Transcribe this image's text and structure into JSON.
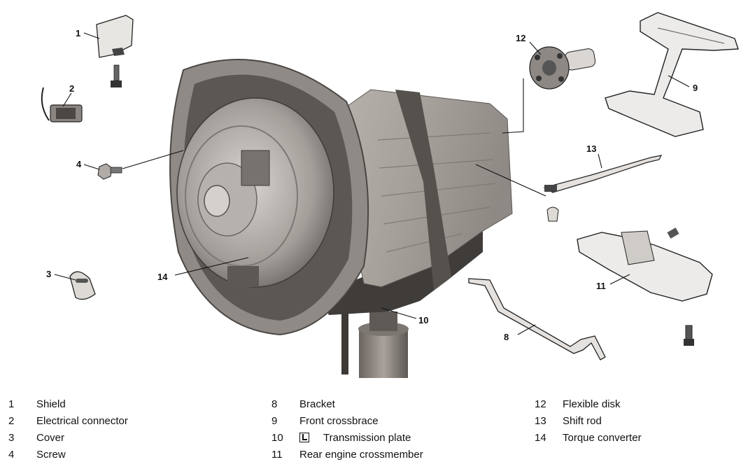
{
  "diagram": {
    "callouts": {
      "c1": "1",
      "c2": "2",
      "c3": "3",
      "c4": "4",
      "c8": "8",
      "c9": "9",
      "c10": "10",
      "c11": "11",
      "c12": "12",
      "c13": "13",
      "c14": "14"
    }
  },
  "legend": {
    "col1": [
      {
        "num": "1",
        "text": "Shield"
      },
      {
        "num": "2",
        "text": "Electrical connector"
      },
      {
        "num": "3",
        "text": "Cover"
      },
      {
        "num": "4",
        "text": "Screw"
      }
    ],
    "col2": [
      {
        "num": "8",
        "text": "Bracket"
      },
      {
        "num": "9",
        "text": "Front crossbrace"
      },
      {
        "num": "10",
        "text": "Transmission plate",
        "icon": "instruction-note-icon"
      },
      {
        "num": "11",
        "text": "Rear engine crossmember"
      }
    ],
    "col3": [
      {
        "num": "12",
        "text": "Flexible disk"
      },
      {
        "num": "13",
        "text": "Shift rod"
      },
      {
        "num": "14",
        "text": "Torque converter"
      }
    ]
  },
  "colors": {
    "line": "#111111",
    "metal_light": "#c9c4bf",
    "metal_mid": "#9d9792",
    "metal_dark": "#4a4745",
    "strap": "#5a5a55"
  }
}
